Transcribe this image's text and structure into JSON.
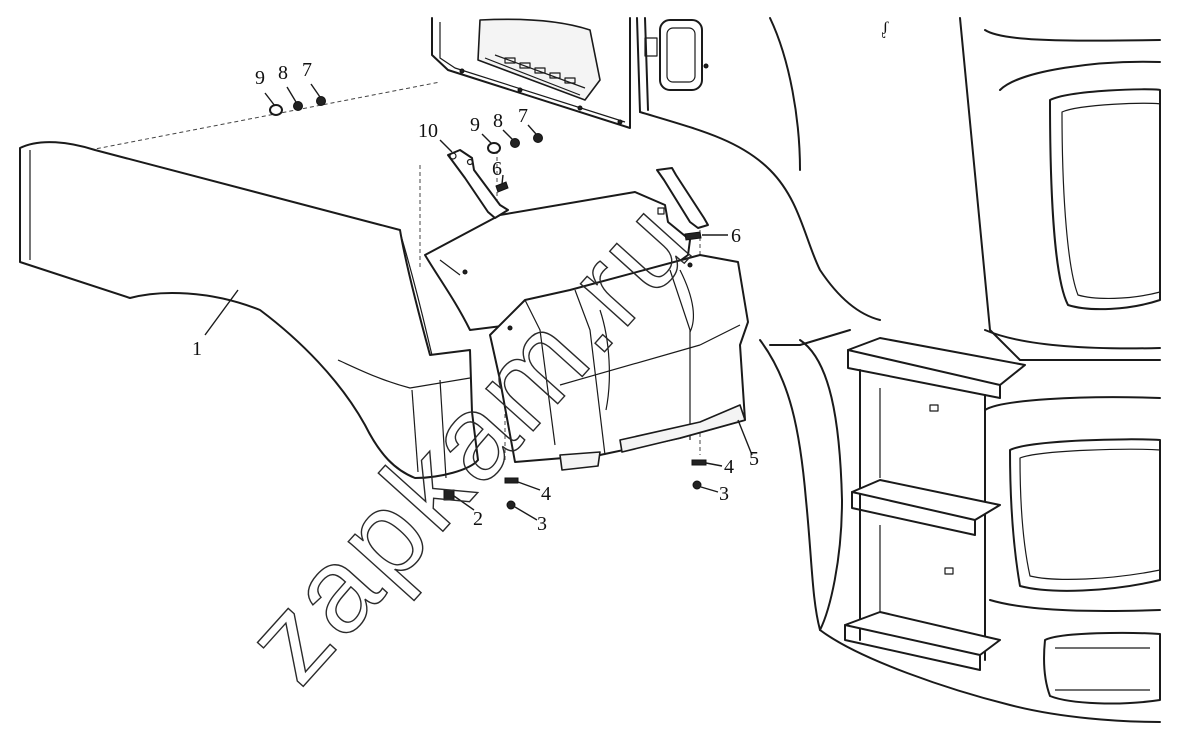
{
  "diagram": {
    "callouts": [
      {
        "id": "c9a",
        "text": "9"
      },
      {
        "id": "c8a",
        "text": "8"
      },
      {
        "id": "c7a",
        "text": "7"
      },
      {
        "id": "c10",
        "text": "10"
      },
      {
        "id": "c9b",
        "text": "9"
      },
      {
        "id": "c8b",
        "text": "8"
      },
      {
        "id": "c7b",
        "text": "7"
      },
      {
        "id": "c6a",
        "text": "6"
      },
      {
        "id": "c6b",
        "text": "6"
      },
      {
        "id": "c1",
        "text": "1"
      },
      {
        "id": "c5",
        "text": "5"
      },
      {
        "id": "c4a",
        "text": "4"
      },
      {
        "id": "c4b",
        "text": "4"
      },
      {
        "id": "c3a",
        "text": "3"
      },
      {
        "id": "c3b",
        "text": "3"
      },
      {
        "id": "c2",
        "text": "2"
      }
    ]
  },
  "watermark": {
    "text": "zapkam.ru"
  }
}
